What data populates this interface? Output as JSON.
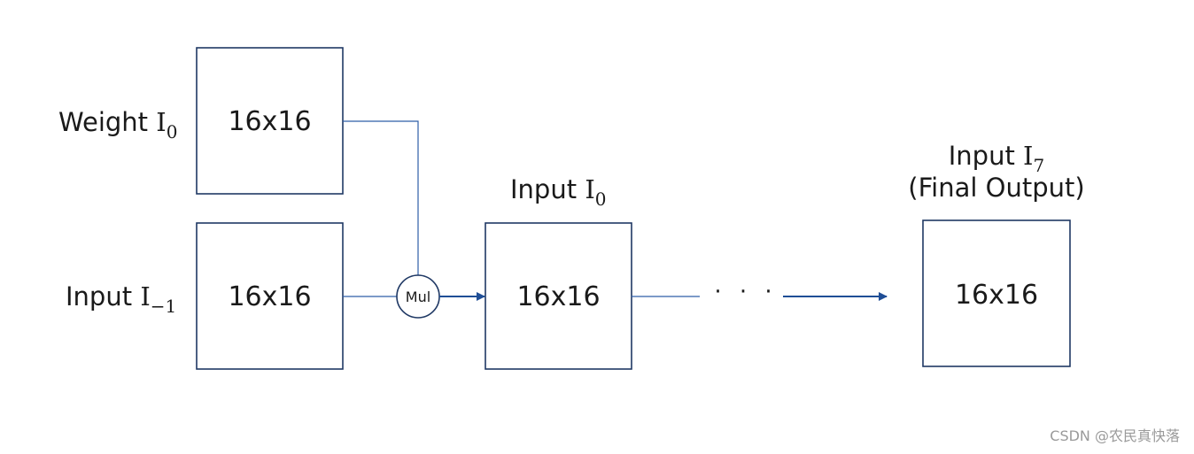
{
  "colors": {
    "box_stroke": "#1f3864",
    "line": "#2e5ea8",
    "arrow": "#1f4e96",
    "text": "#1a1a1a",
    "watermark": "#9a9a9a"
  },
  "weight_box": {
    "label_main": "Weight ",
    "label_symbol": "I",
    "label_sub": "0",
    "size_text": "16x16"
  },
  "input_prev_box": {
    "label_main": "Input ",
    "label_symbol": "I",
    "label_sub": "−1",
    "size_text": "16x16"
  },
  "mul_node": {
    "text": "Mul"
  },
  "input_0_box": {
    "label_main": "Input ",
    "label_symbol": "I",
    "label_sub": "0",
    "size_text": "16x16"
  },
  "ellipsis": "· · ·",
  "final_box": {
    "label_main": "Input ",
    "label_symbol": "I",
    "label_sub": "7",
    "label_line2": "(Final Output)",
    "size_text": "16x16"
  },
  "watermark": "CSDN @农民真快落"
}
